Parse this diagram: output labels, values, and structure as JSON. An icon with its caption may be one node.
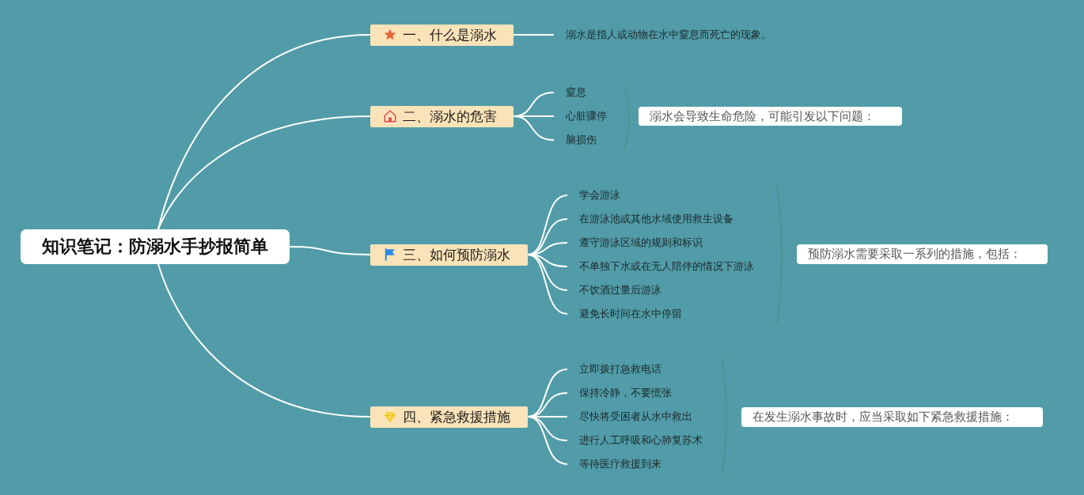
{
  "diagram": {
    "nodes": [
      {
        "text": [
          "知识笔记：防溺水手抄报简单"
        ]
      },
      {
        "text": [
          "一、什么是溺水"
        ]
      },
      {
        "text": [
          "溺水是指人或动物在水中窒息而死亡的现象。"
        ]
      },
      {
        "text": [
          "二、溺水的危害"
        ]
      },
      {
        "text": [
          "窒息"
        ]
      },
      {
        "text": [
          "心脏骤停"
        ]
      },
      {
        "text": [
          "脑损伤"
        ]
      },
      {
        "text": [
          "溺水会导致生命危险，可能引发以下问题："
        ]
      },
      {
        "text": [
          "三、如何预防溺水"
        ]
      },
      {
        "text": [
          "学会游泳"
        ]
      },
      {
        "text": [
          "在游泳池或其他水域使用救生设备"
        ]
      },
      {
        "text": [
          "遵守游泳区域的规则和标识"
        ]
      },
      {
        "text": [
          "不单独下水或在无人陪伴的情况下游泳"
        ]
      },
      {
        "text": [
          "不饮酒过量后游泳"
        ]
      },
      {
        "text": [
          "避免长时间在水中停留"
        ]
      },
      {
        "text": [
          "预防溺水需要采取一系列的措施，包括："
        ]
      },
      {
        "text": [
          "四、紧急救援措施"
        ]
      },
      {
        "text": [
          "立即拨打急救电话"
        ]
      },
      {
        "text": [
          "保持冷静，不要慌张"
        ]
      },
      {
        "text": [
          "尽快将受困者从水中救出"
        ]
      },
      {
        "text": [
          "进行人工呼吸和心肺复苏术"
        ]
      },
      {
        "text": [
          "等待医疗救援到来"
        ]
      },
      {
        "text": [
          "在发生溺水事故时，应当采取如下紧急救援措施："
        ]
      }
    ],
    "edges": [
      {
        "from": 0,
        "to": 1,
        "arrow": "none"
      },
      {
        "from": 1,
        "to": 2,
        "arrow": "none"
      },
      {
        "from": 0,
        "to": 3,
        "arrow": "none"
      },
      {
        "from": 3,
        "to": 4,
        "arrow": "none"
      },
      {
        "from": 3,
        "to": 5,
        "arrow": "none"
      },
      {
        "from": 3,
        "to": 6,
        "arrow": "none"
      },
      {
        "from": 0,
        "to": 8,
        "arrow": "none"
      },
      {
        "from": 8,
        "to": 9,
        "arrow": "none"
      },
      {
        "from": 8,
        "to": 10,
        "arrow": "none"
      },
      {
        "from": 8,
        "to": 11,
        "arrow": "none"
      },
      {
        "from": 8,
        "to": 12,
        "arrow": "none"
      },
      {
        "from": 8,
        "to": 13,
        "arrow": "none"
      },
      {
        "from": 8,
        "to": 14,
        "arrow": "none"
      },
      {
        "from": 0,
        "to": 16,
        "arrow": "none"
      },
      {
        "from": 16,
        "to": 17,
        "arrow": "none"
      },
      {
        "from": 16,
        "to": 18,
        "arrow": "none"
      },
      {
        "from": 16,
        "to": 19,
        "arrow": "none"
      },
      {
        "from": 16,
        "to": 20,
        "arrow": "none"
      },
      {
        "from": 16,
        "to": 21,
        "arrow": "none"
      }
    ]
  }
}
